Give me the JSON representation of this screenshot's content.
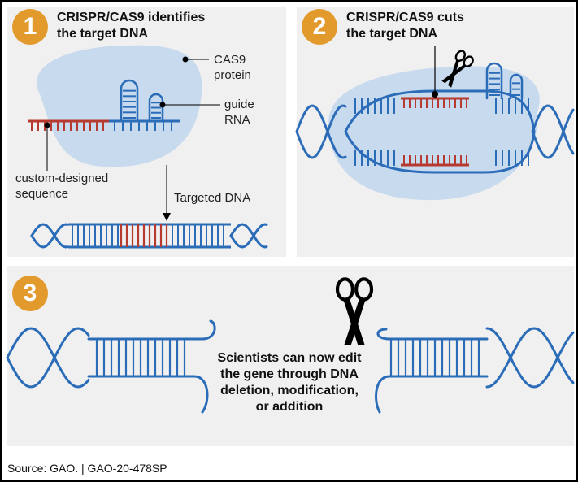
{
  "colors": {
    "dna_blue": "#2b6cb8",
    "guide_red": "#b63a30",
    "protein_fill": "#c8daee",
    "badge_orange": "#e39a2c",
    "panel_bg": "#f0f0f0"
  },
  "panel1": {
    "step": "1",
    "title_line1": "CRISPR/CAS9 identifies",
    "title_line2": "the target DNA",
    "cas9_label_line1": "CAS9",
    "cas9_label_line2": "protein",
    "guide_label_line1": "guide",
    "guide_label_line2": "RNA",
    "custom_label_line1": "custom-designed",
    "custom_label_line2": "sequence",
    "targeted_label": "Targeted DNA"
  },
  "panel2": {
    "step": "2",
    "title_line1": "CRISPR/CAS9 cuts",
    "title_line2": "the target DNA",
    "icon": "scissors-icon"
  },
  "panel3": {
    "step": "3",
    "text_line1": "Scientists can now edit",
    "text_line2": "the gene through DNA",
    "text_line3": "deletion, modification,",
    "text_line4": "or addition",
    "icon": "scissors-icon"
  },
  "footer": {
    "source": "Source: GAO.  |  GAO-20-478SP"
  }
}
